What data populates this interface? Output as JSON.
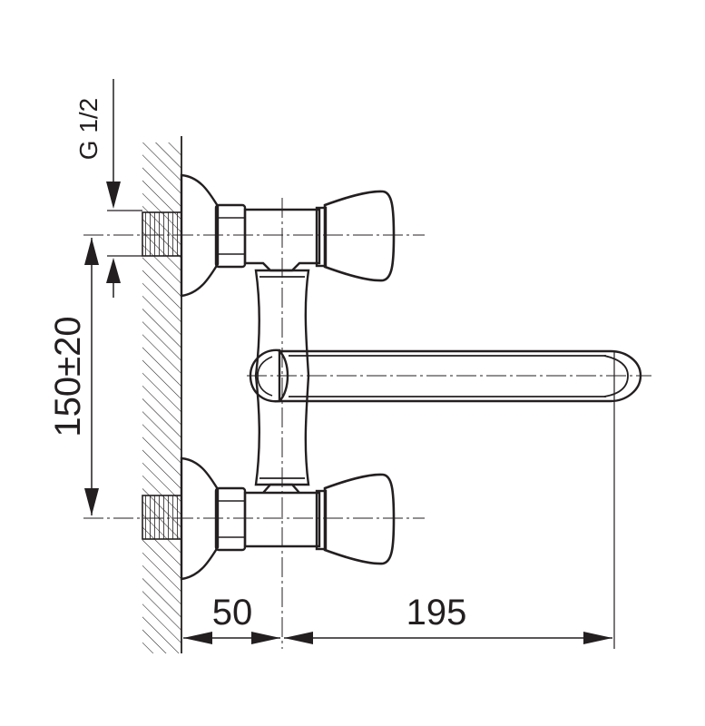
{
  "drawing": {
    "thread_label": "G 1/2",
    "spacing_label": "150±20",
    "wall_offset_label": "50",
    "spout_reach_label": "195"
  },
  "colors": {
    "ink": "#231f20",
    "paper": "#ffffff"
  }
}
